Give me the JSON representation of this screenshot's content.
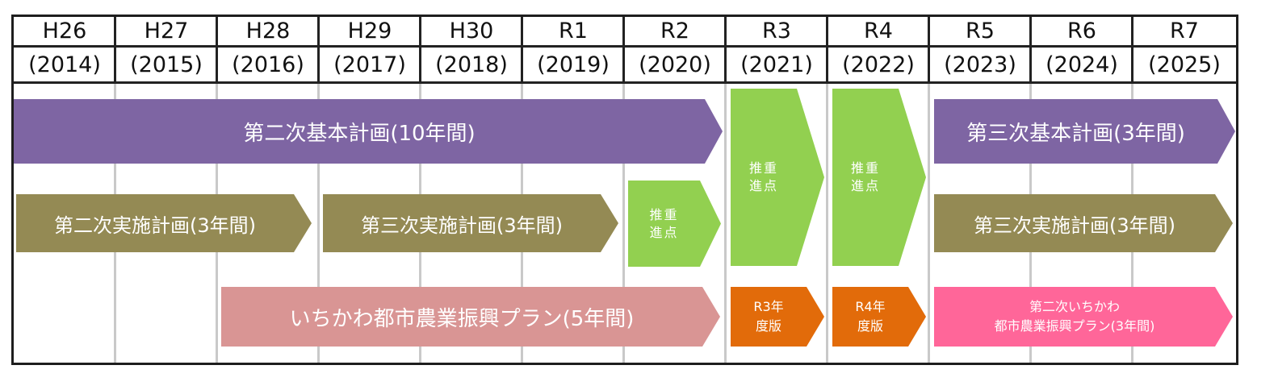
{
  "years": [
    {
      "era": "H26",
      "year": "(2014)"
    },
    {
      "era": "H27",
      "year": "(2015)"
    },
    {
      "era": "H28",
      "year": "(2016)"
    },
    {
      "era": "H29",
      "year": "(2017)"
    },
    {
      "era": "H30",
      "year": "(2018)"
    },
    {
      "era": "R1",
      "year": "(2019)"
    },
    {
      "era": "R2",
      "year": "(2020)"
    },
    {
      "era": "R3",
      "year": "(2021)"
    },
    {
      "era": "R4",
      "year": "(2022)"
    },
    {
      "era": "R5",
      "year": "(2023)"
    },
    {
      "era": "R6",
      "year": "(2024)"
    },
    {
      "era": "R7",
      "year": "(2025)"
    }
  ],
  "bars": {
    "second_basic_plan": "第二次基本計画(10年間)",
    "third_basic_plan": "第三次基本計画(3年間)",
    "second_implementation_plan": "第二次実施計画(3年間)",
    "third_implementation_plan_a": "第三次実施計画(3年間)",
    "third_implementation_plan_b": "第三次実施計画(3年間)",
    "priority_points_r2": "推重\n進点",
    "priority_points_r3": "推重\n進点",
    "priority_points_r4": "推重\n進点",
    "urban_agri_plan": "いちかわ都市農業振興プラン(5年間)",
    "r3_edition": "R3年\n度版",
    "r4_edition": "R4年\n度版",
    "second_urban_agri_plan": "第二次いちかわ\n都市農業振興プラン(3年間)"
  },
  "colors": {
    "basic_plan": "#7e65a3",
    "implementation_plan": "#948a54",
    "priority_points": "#92d050",
    "urban_agri_plan": "#d99594",
    "annual_edition": "#e26b0a",
    "second_urban_agri_plan": "#ff6699"
  }
}
